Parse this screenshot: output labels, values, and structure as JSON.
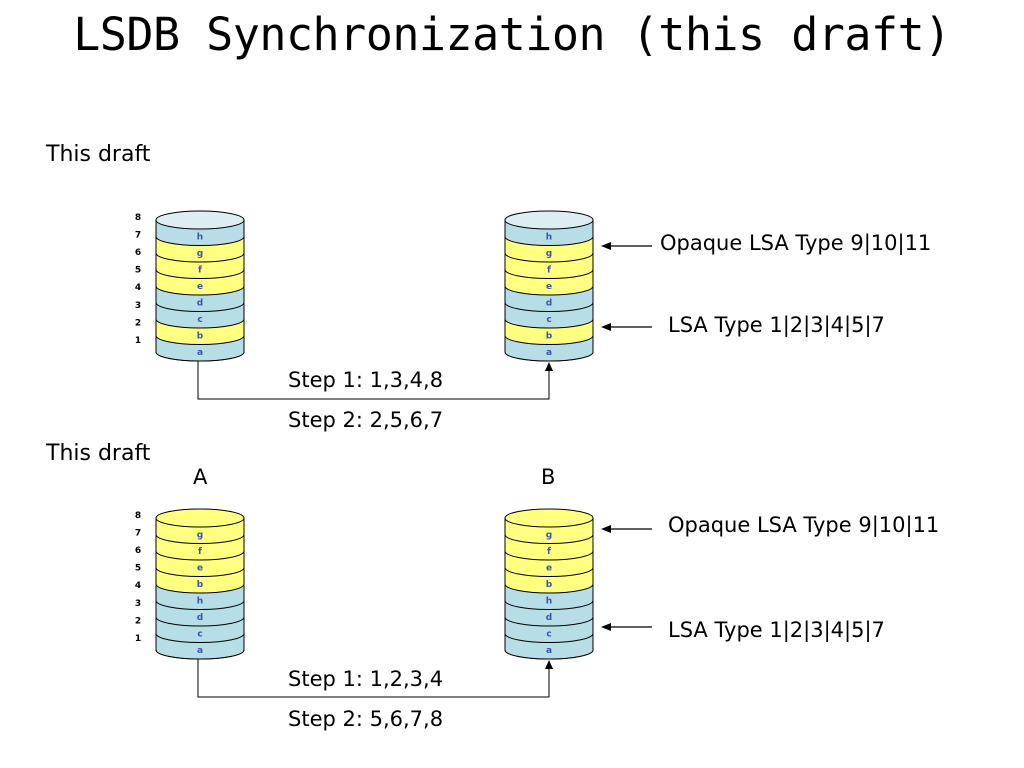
{
  "title": "LSDB Synchronization (this draft)",
  "colors": {
    "yellow": "#ffff80",
    "blue": "#b7dde6",
    "top_blue": "#dceef2",
    "letter": "#3a55a8",
    "stroke": "#000000"
  },
  "panels": [
    {
      "section_label": "This draft",
      "node_labels": [
        "",
        ""
      ],
      "row_numbers": [
        "1",
        "2",
        "3",
        "4",
        "5",
        "6",
        "7",
        "8"
      ],
      "layers": [
        {
          "letter": "a",
          "color": "blue"
        },
        {
          "letter": "b",
          "color": "yellow"
        },
        {
          "letter": "c",
          "color": "blue"
        },
        {
          "letter": "d",
          "color": "blue"
        },
        {
          "letter": "e",
          "color": "yellow"
        },
        {
          "letter": "f",
          "color": "yellow"
        },
        {
          "letter": "g",
          "color": "yellow"
        },
        {
          "letter": "h",
          "color": "blue"
        }
      ],
      "top_color": "top_blue",
      "steps": [
        "Step 1: 1,3,4,8",
        "Step 2: 2,5,6,7"
      ],
      "callouts": [
        "Opaque LSA Type 9|10|11",
        "LSA Type 1|2|3|4|5|7"
      ]
    },
    {
      "section_label": "This draft",
      "node_labels": [
        "A",
        "B"
      ],
      "row_numbers": [
        "1",
        "2",
        "3",
        "4",
        "5",
        "6",
        "7",
        "8"
      ],
      "layers": [
        {
          "letter": "a",
          "color": "blue"
        },
        {
          "letter": "c",
          "color": "blue"
        },
        {
          "letter": "d",
          "color": "blue"
        },
        {
          "letter": "h",
          "color": "blue"
        },
        {
          "letter": "b",
          "color": "yellow"
        },
        {
          "letter": "e",
          "color": "yellow"
        },
        {
          "letter": "f",
          "color": "yellow"
        },
        {
          "letter": "g",
          "color": "yellow"
        }
      ],
      "top_color": "yellow",
      "steps": [
        "Step 1: 1,2,3,4",
        "Step 2: 5,6,7,8"
      ],
      "callouts": [
        "Opaque LSA Type 9|10|11",
        "LSA Type 1|2|3|4|5|7"
      ]
    }
  ]
}
